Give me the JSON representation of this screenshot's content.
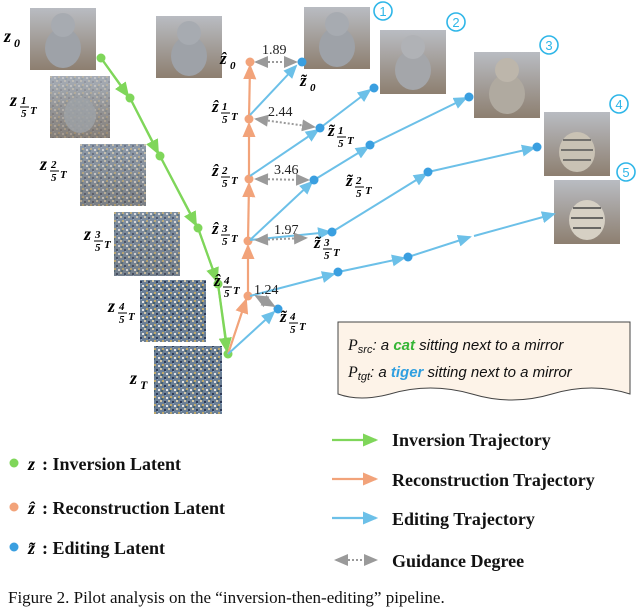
{
  "labels": {
    "z0": "z",
    "z0_sub": "0",
    "zT": "z",
    "zT_sub": "T",
    "inv_frac_1": "1",
    "inv_frac_2": "2",
    "inv_frac_3": "3",
    "inv_frac_4": "4",
    "frac_den": "5",
    "frac_T": "T",
    "hat_z0": "ẑ",
    "hat_z0_sub": "0",
    "tilde_z0": "z̃",
    "tilde_z0_sub": "0"
  },
  "guidance_values": [
    "1.89",
    "2.44",
    "3.46",
    "1.97",
    "1.24"
  ],
  "markers": [
    "1",
    "2",
    "3",
    "4",
    "5"
  ],
  "prompt_box": {
    "src_symbol": "P",
    "src_sub": "src",
    "src_prefix": ": a ",
    "src_word": "cat",
    "src_suffix": " sitting next to a mirror",
    "tgt_symbol": "P",
    "tgt_sub": "tgt",
    "tgt_prefix": ": a ",
    "tgt_word": "tiger",
    "tgt_suffix": " sitting next to a mirror"
  },
  "legend": {
    "inversion_latent_symbol": "z",
    "inversion_latent": ":  Inversion Latent",
    "reconstruction_latent_symbol": "ẑ",
    "reconstruction_latent": ":  Reconstruction Latent",
    "editing_latent_symbol": "z̃",
    "editing_latent": ":  Editing Latent",
    "inversion_trajectory": "Inversion Trajectory",
    "reconstruction_trajectory": "Reconstruction Trajectory",
    "editing_trajectory": "Editing Trajectory",
    "guidance_degree": "Guidance Degree"
  },
  "caption": "Figure 2. Pilot analysis on the “inversion-then-editing” pipeline.",
  "colors": {
    "inversion": "#7fd65a",
    "reconstruction": "#f2a37a",
    "editing": "#6cc0e8",
    "editing_dot": "#3a9fe0",
    "guidance": "#9a9a9a",
    "cat_word": "#35b535",
    "tiger_word": "#2f9fe0",
    "marker": "#2fb6e8"
  }
}
